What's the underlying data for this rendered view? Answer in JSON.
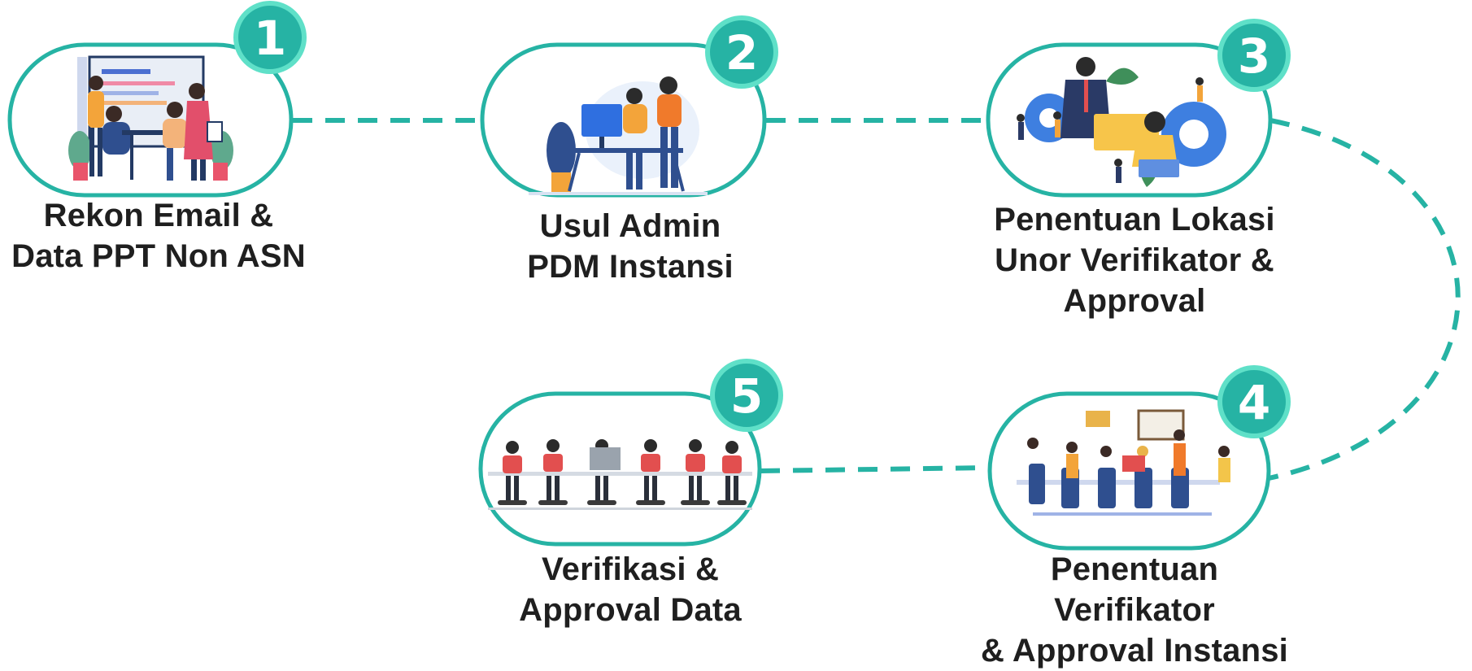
{
  "steps": [
    {
      "number": "1",
      "label_lines": [
        "Rekon Email &",
        "Data PPT Non ASN"
      ],
      "illustration": "team-meeting-whiteboard-illustration"
    },
    {
      "number": "2",
      "label_lines": [
        "Usul Admin",
        "PDM Instansi"
      ],
      "illustration": "two-people-computer-desk-illustration"
    },
    {
      "number": "3",
      "label_lines": [
        "Penentuan Lokasi",
        "Unor Verifikator &",
        "Approval"
      ],
      "illustration": "business-people-gears-laptop-illustration"
    },
    {
      "number": "4",
      "label_lines": [
        "Penentuan Verifikator",
        "& Approval Instansi"
      ],
      "illustration": "open-office-team-illustration"
    },
    {
      "number": "5",
      "label_lines": [
        "Verifikasi &",
        "Approval Data"
      ],
      "illustration": "office-workers-row-desks-illustration"
    }
  ],
  "colors": {
    "accent": "#26b3a4",
    "badge_border": "#5fe0c8",
    "label_text": "#1f1f1f"
  }
}
